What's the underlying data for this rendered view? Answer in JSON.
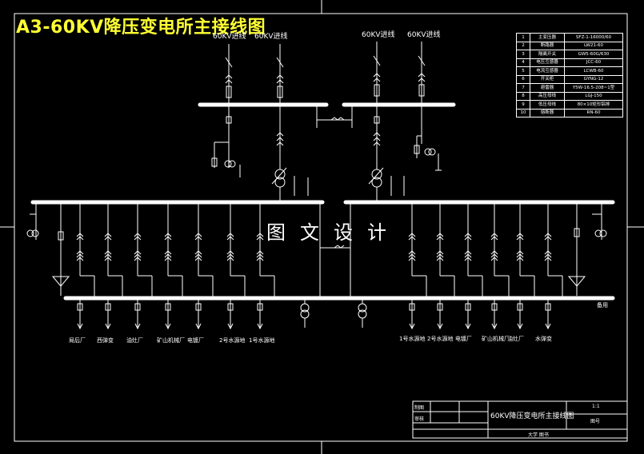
{
  "drawing": {
    "title": "A3-60KV降压变电所主接线图",
    "watermark": "图文设计",
    "incoming_lines": [
      "60KV进线",
      "60KV进线",
      "60KV进线",
      "60KV进线"
    ]
  },
  "feeders": {
    "left": [
      "局后厂",
      "西弹变",
      "油灶厂",
      "矿山机械厂",
      "电镀厂",
      "2号水源地",
      "1号水源地"
    ],
    "right": [
      "1号水源地",
      "2号水源地",
      "电镀厂",
      "矿山机械厂",
      "油灶厂",
      "水弹变"
    ],
    "spare": "备用"
  },
  "equipment_table": {
    "rows": [
      {
        "no": "1",
        "name": "主变压器",
        "model": "SFZ-1-16000/60"
      },
      {
        "no": "2",
        "name": "断路器",
        "model": "LW21-60"
      },
      {
        "no": "3",
        "name": "隔离开关",
        "model": "GW5-60G/630"
      },
      {
        "no": "4",
        "name": "电压互感器",
        "model": "JCC-60"
      },
      {
        "no": "5",
        "name": "电流互感器",
        "model": "LCWB-60"
      },
      {
        "no": "6",
        "name": "开关柜",
        "model": "GYNG-12"
      },
      {
        "no": "7",
        "name": "避雷器",
        "model": "Y5W-16.5-208~1型"
      },
      {
        "no": "8",
        "name": "高压母线",
        "model": "LGJ-150"
      },
      {
        "no": "9",
        "name": "低压母线",
        "model": "80×10矩形铝排"
      },
      {
        "no": "10",
        "name": "熔断器",
        "model": "RN-60"
      }
    ]
  },
  "title_block": {
    "name": "60KV降压变电所主接线图",
    "scale": "1:1",
    "drawn_label": "制图",
    "checked_label": "审核",
    "sheet_label": "图号",
    "school": "大学 图书"
  }
}
